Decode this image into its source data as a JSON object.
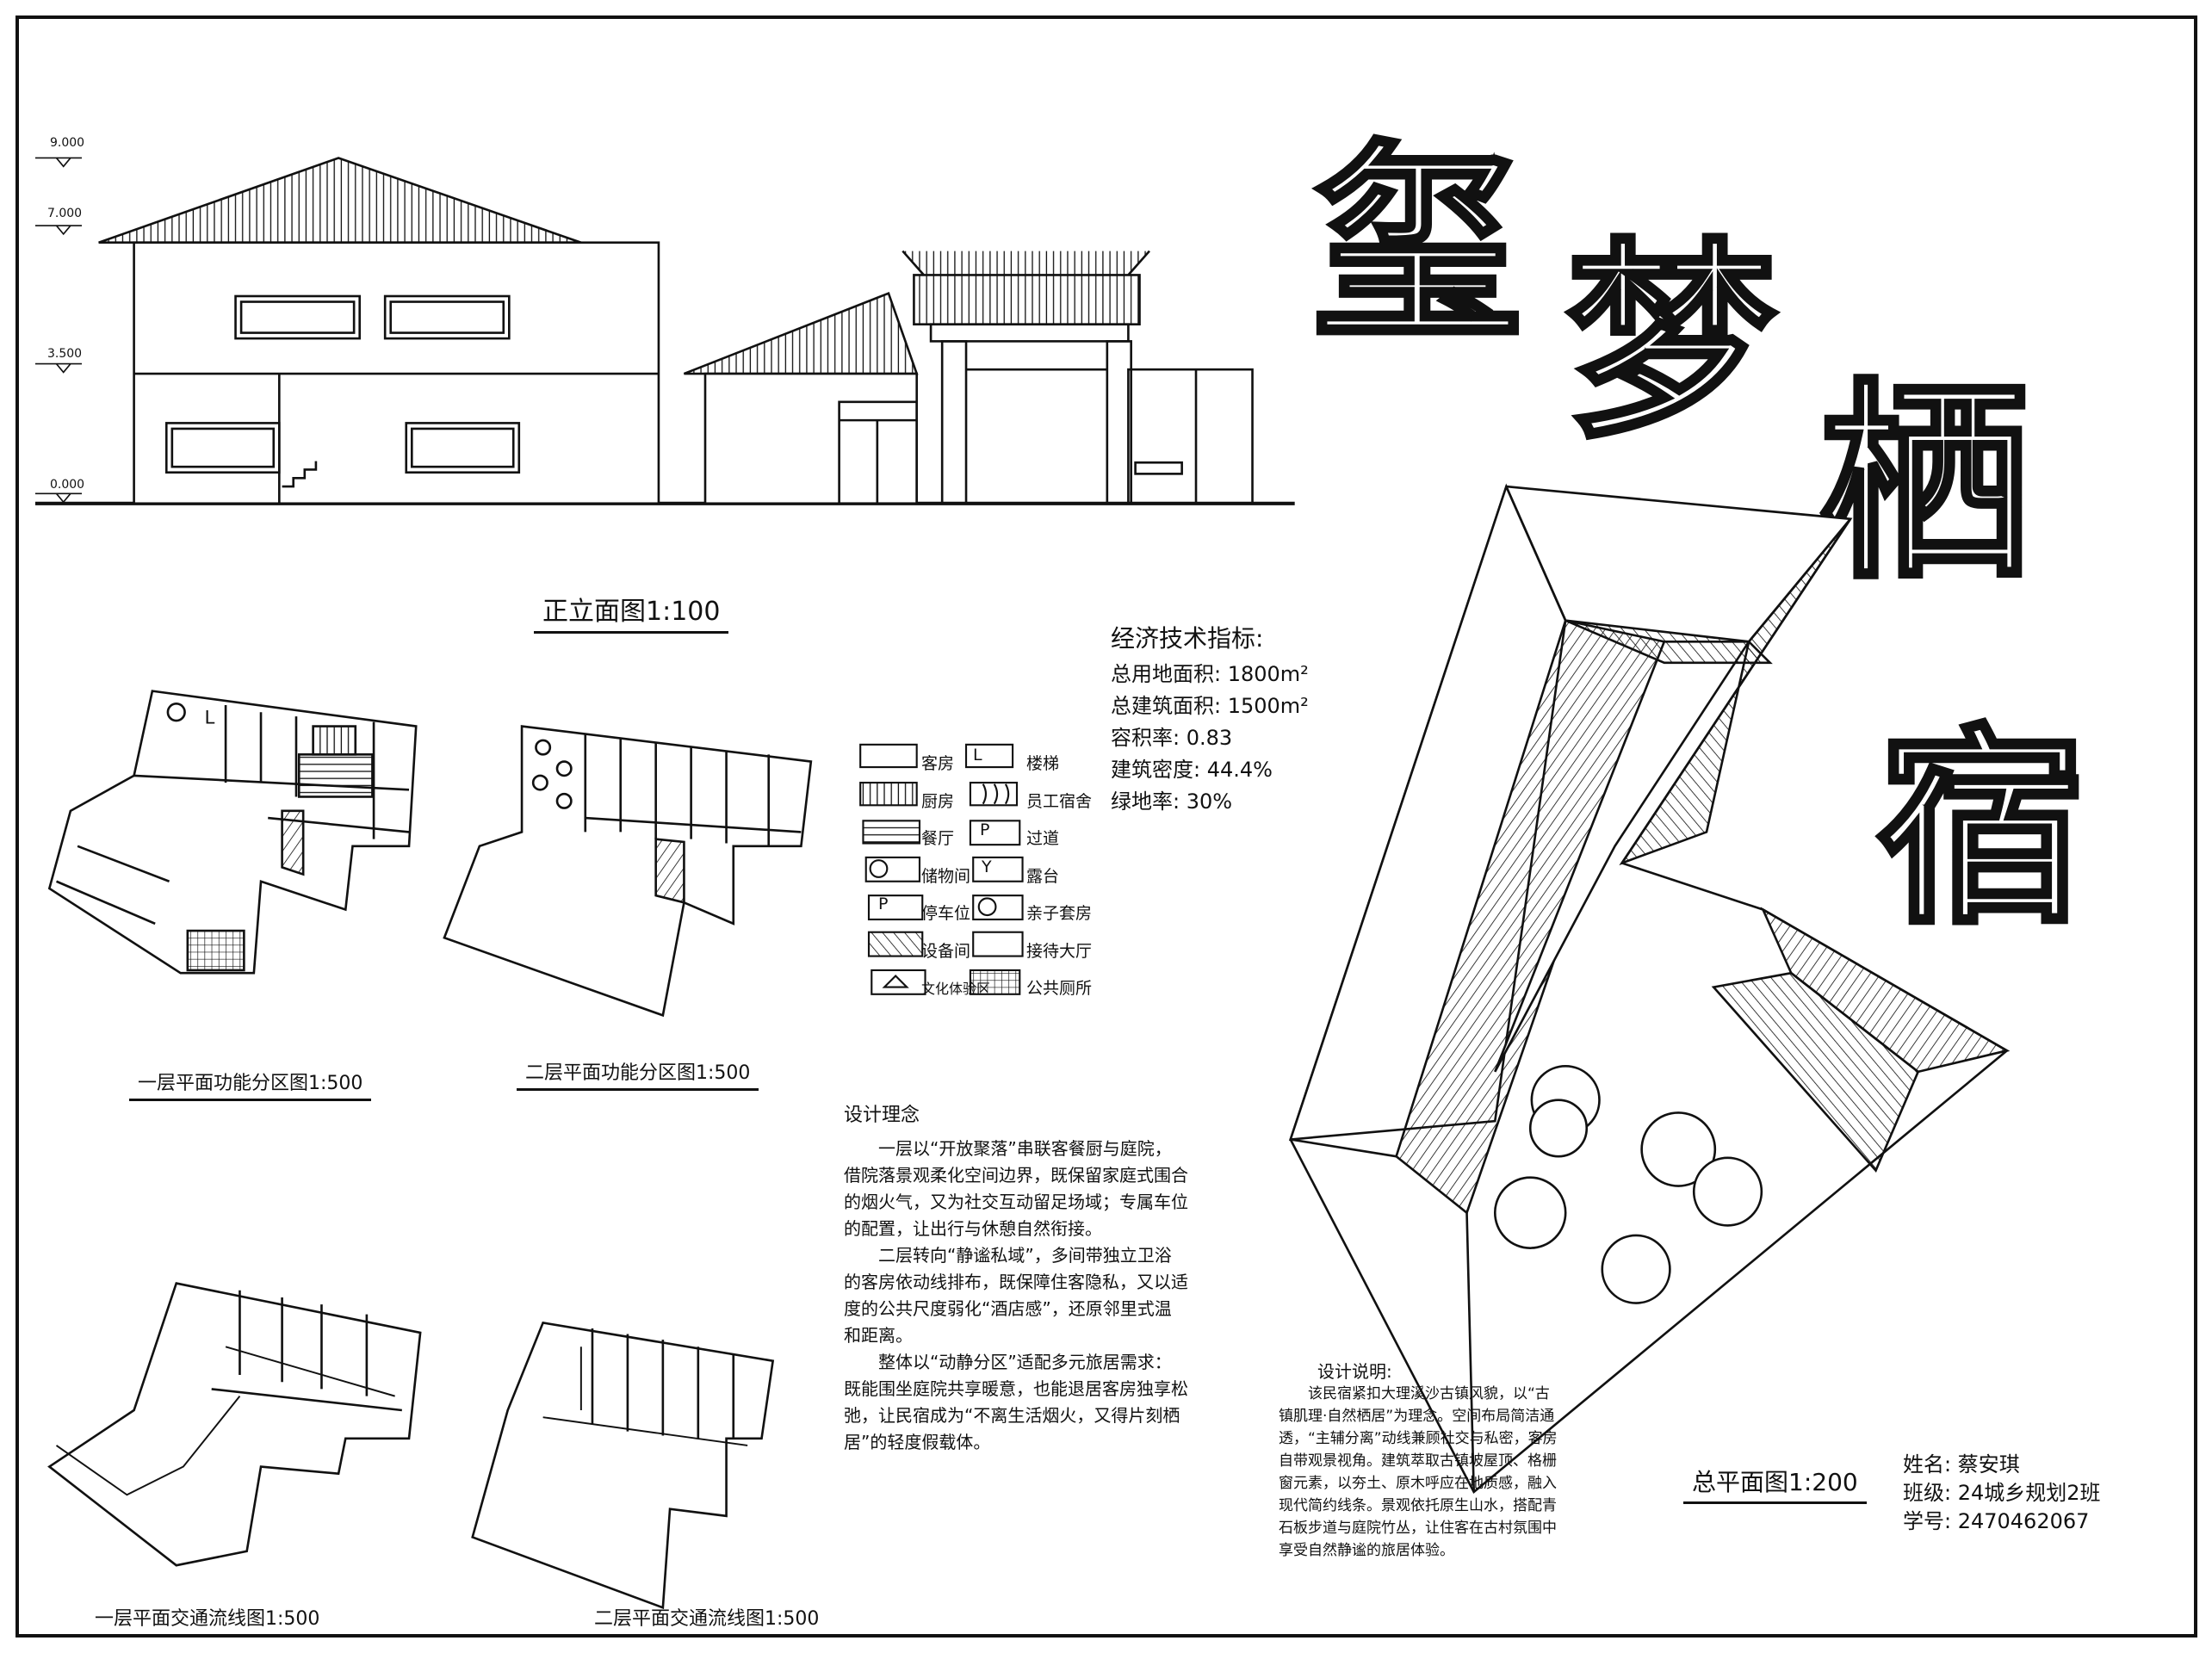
{
  "title": {
    "chars": [
      "玺",
      "梦",
      "栖",
      "宿"
    ]
  },
  "elevation": {
    "caption": "正立面图1:100",
    "levels": [
      "9.000",
      "7.000",
      "3.500",
      "0.000"
    ]
  },
  "indicators": {
    "heading": "经济技术指标:",
    "items": [
      "总用地面积: 1800m²",
      "总建筑面积: 1500m²",
      "容积率: 0.83",
      "建筑密度: 44.4%",
      "绿地率: 30%"
    ]
  },
  "legend": {
    "left": [
      "客房",
      "厨房",
      "餐厅",
      "储物间",
      "停车位",
      "设备间",
      "文化体验区"
    ],
    "right": [
      "楼梯",
      "员工宿舍",
      "过道",
      "露台",
      "亲子套房",
      "接待大厅",
      "公共厕所"
    ],
    "symbols": {
      "stair": "L",
      "corridor": "P",
      "terrace": "Y",
      "parking": "P"
    }
  },
  "plans": {
    "f1_function": "一层平面功能分区图1:500",
    "f2_function": "二层平面功能分区图1:500",
    "f1_circulation": "一层平面交通流线图1:500",
    "f2_circulation": "二层平面交通流线图1:500",
    "site": "总平面图1:200"
  },
  "concept": {
    "heading": "设计理念",
    "paragraphs": [
      "一层以“开放聚落”串联客餐厨与庭院，借院落景观柔化空间边界，既保留家庭式围合的烟火气，又为社交互动留足场域；专属车位的配置，让出行与休憩自然衔接。",
      "二层转向“静谧私域”，多间带独立卫浴的客房依动线排布，既保障住客隐私，又以适度的公共尺度弱化“酒店感”，还原邻里式温和距离。",
      "整体以“动静分区”适配多元旅居需求：既能围坐庭院共享暖意，也能退居客房独享松弛，让民宿成为“不离生活烟火，又得片刻栖居”的轻度假载体。"
    ]
  },
  "description": {
    "heading": "设计说明:",
    "paragraphs": [
      "该民宿紧扣大理溪沙古镇风貌，以“古镇肌理·自然栖居”为理念。空间布局简洁通透，“主辅分离”动线兼顾社交与私密，客房自带观景视角。建筑萃取古镇坡屋顶、格栅窗元素，以夯土、原木呼应在地质感，融入现代简约线条。景观依托原生山水，搭配青石板步道与庭院竹丛，让住客在古村氛围中享受自然静谧的旅居体验。"
    ]
  },
  "author": {
    "name": "姓名: 蔡安琪",
    "class": "班级: 24城乡规划2班",
    "id": "学号: 2470462067"
  }
}
